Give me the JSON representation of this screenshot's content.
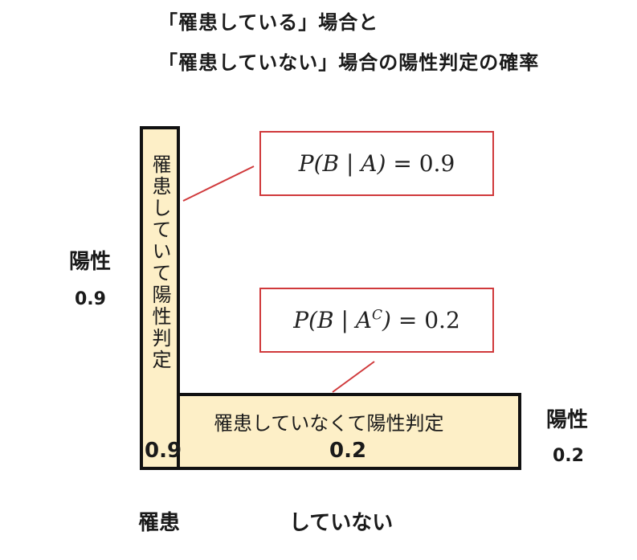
{
  "title": {
    "line1": "「罹患している」場合と",
    "line2": "「罹患していない」場合の陽性判定の確率"
  },
  "left_box": {
    "vertical_text": "罹患していて陽性判定",
    "value": "0.9"
  },
  "right_box": {
    "text": "罹患していなくて陽性判定",
    "value": "0.2"
  },
  "left_side": {
    "label": "陽性",
    "value": "0.9"
  },
  "right_side": {
    "label": "陽性",
    "value": "0.2"
  },
  "bottom": {
    "label_left": "罹患",
    "label_right": "していない"
  },
  "formulas": {
    "f1": "P(B | A) = 0.9",
    "f2": "P(B | A^C) = 0.2"
  },
  "colors": {
    "box_fill": "#fdefc7",
    "callout_red": "#d0393b"
  }
}
